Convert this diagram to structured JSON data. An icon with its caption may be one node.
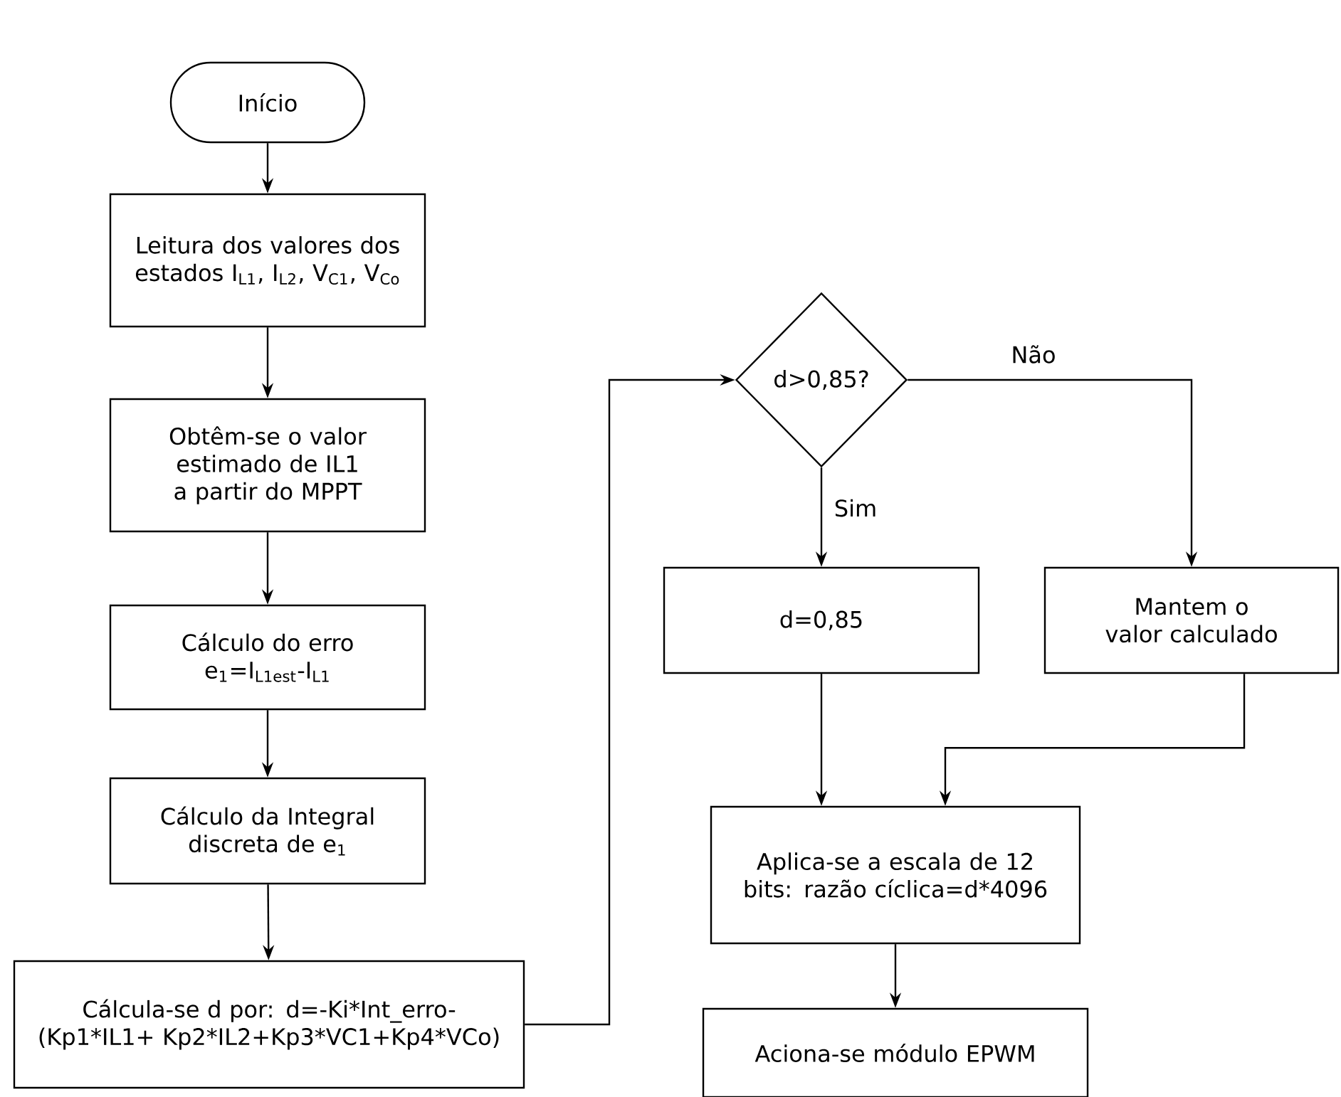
{
  "diagram": {
    "nodes": [
      {
        "text": [
          "Início"
        ]
      },
      {
        "text": [
          "Leitura dos valores dos estados I$_{L1}$, I$_{L2}$, V$_{C1}$, V$_{Co}$"
        ]
      },
      {
        "text": [
          "Obtêm-se o valor estimado de IL1 a partir do MPPT"
        ]
      },
      {
        "text": [
          "Cálculo do erro e$_{1}$=I$_{L1est}$-I$_{L1}$"
        ]
      },
      {
        "text": [
          "Cálculo da Integral discreta de e$_{1}$"
        ]
      },
      {
        "text": [
          "Cálcula-se d por: d=-Ki*Int_erro-(Kp1*IL1+ Kp2*IL2+Kp3*VC1+Kp4*VCo)"
        ]
      },
      {
        "text": [
          "d>0,85?"
        ]
      },
      {
        "text": [
          "d=0,85"
        ]
      },
      {
        "text": [
          "Mantem o valor calculado"
        ]
      },
      {
        "text": [
          "Aplica-se a escala de 12 bits: razão cíclica=d*4096"
        ]
      },
      {
        "text": [
          "Aciona-se módulo EPWM"
        ]
      }
    ],
    "edges": [
      {
        "from": 0,
        "to": 1,
        "arrow": "to"
      },
      {
        "from": 1,
        "to": 2,
        "arrow": "to"
      },
      {
        "from": 2,
        "to": 3,
        "arrow": "to"
      },
      {
        "from": 3,
        "to": 4,
        "arrow": "to"
      },
      {
        "from": 4,
        "to": 5,
        "arrow": "to"
      },
      {
        "from": 5,
        "to": 6,
        "arrow": "to"
      },
      {
        "from": 6,
        "to": 7,
        "arrow": "to",
        "label": "Sim"
      },
      {
        "from": 6,
        "to": 8,
        "arrow": "to",
        "label": "Não"
      },
      {
        "from": 7,
        "to": 9,
        "arrow": "to"
      },
      {
        "from": 8,
        "to": 9,
        "arrow": "to"
      },
      {
        "from": 9,
        "to": 10,
        "arrow": "to"
      }
    ]
  }
}
